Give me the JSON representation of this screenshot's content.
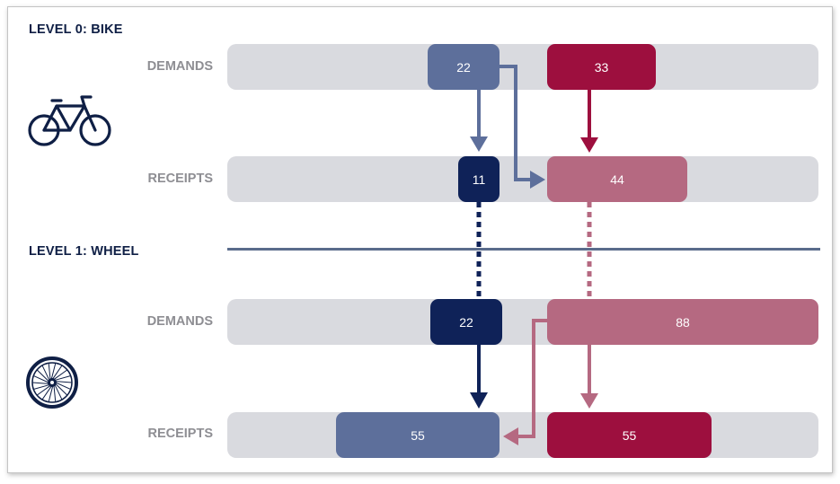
{
  "level0": {
    "title": "LEVEL 0: BIKE",
    "demands_label": "DEMANDS",
    "receipts_label": "RECEIPTS",
    "demands_blue": "22",
    "demands_red": "33",
    "receipts_blue": "11",
    "receipts_red": "44",
    "icon": "bicycle-icon"
  },
  "level1": {
    "title": "LEVEL 1: WHEEL",
    "demands_label": "DEMANDS",
    "receipts_label": "RECEIPTS",
    "demands_blue": "22",
    "demands_red": "88",
    "receipts_blue": "55",
    "receipts_red": "55",
    "icon": "wheel-icon"
  },
  "colors": {
    "steel_blue": "#5d6f9b",
    "navy": "#0f2258",
    "crimson": "#9d0f3e",
    "rose": "#b56981",
    "track": "#d9dadf",
    "title": "#0f1f45",
    "label": "#8e8e93"
  }
}
